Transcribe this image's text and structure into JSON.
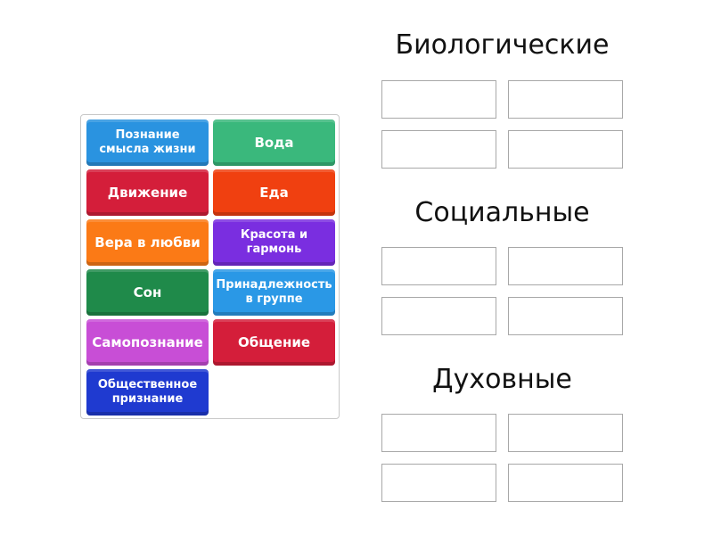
{
  "tiles": [
    {
      "label": "Познание смысла жизни",
      "color": "#2a93e0"
    },
    {
      "label": "Вода",
      "color": "#3ab87c"
    },
    {
      "label": "Движение",
      "color": "#d41e3a"
    },
    {
      "label": "Еда",
      "color": "#f04010"
    },
    {
      "label": "Вера в любви",
      "color": "#fb7a16"
    },
    {
      "label": "Красота и гармонь",
      "color": "#7a2ee0"
    },
    {
      "label": "Сон",
      "color": "#1f8a4a"
    },
    {
      "label": "Принадлежность в группе",
      "color": "#2a98e6"
    },
    {
      "label": "Самопознание",
      "color": "#c84ed6"
    },
    {
      "label": "Общение",
      "color": "#d41e3a"
    },
    {
      "label": "Общественное признание",
      "color": "#1f3ad0"
    }
  ],
  "groups": [
    {
      "title": "Биологические"
    },
    {
      "title": "Социальные"
    },
    {
      "title": "Духовные"
    }
  ]
}
